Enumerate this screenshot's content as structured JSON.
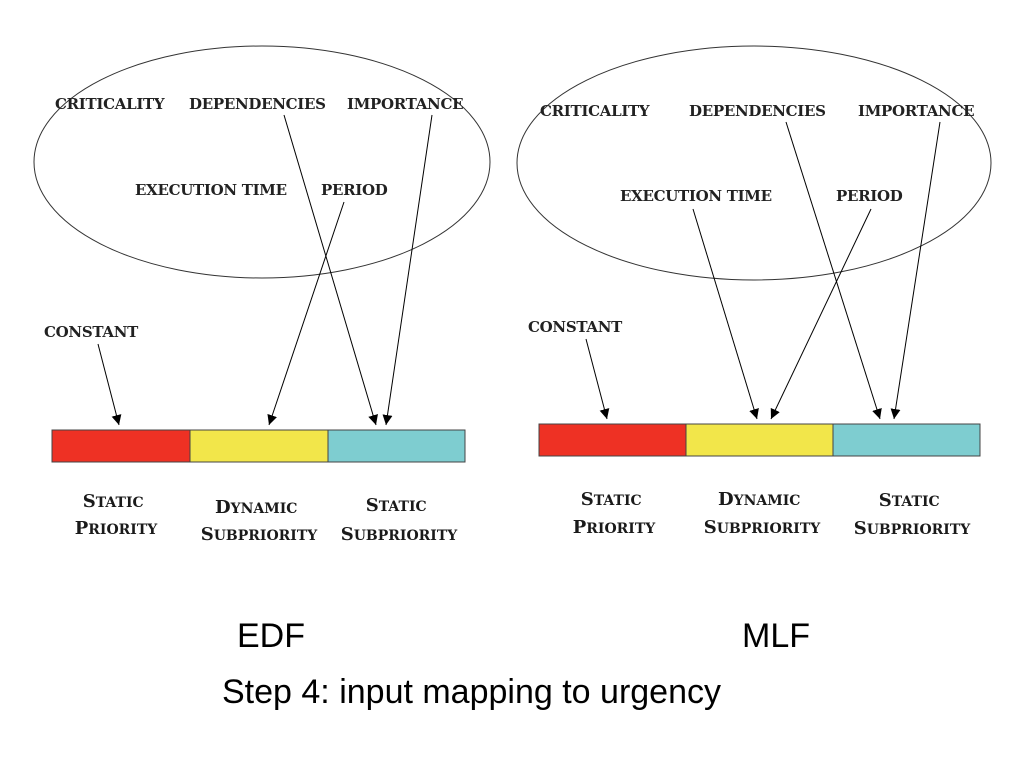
{
  "captions": {
    "left": "EDF",
    "right": "MLF",
    "bottom": "Step 4: input mapping to urgency"
  },
  "colors": {
    "static_priority": "#ee3124",
    "dynamic_subpriority": "#f2e64a",
    "static_subpriority": "#7ecdd0"
  },
  "edf": {
    "attributes": {
      "criticality": "CRITICALITY",
      "dependencies": "DEPENDENCIES",
      "importance": "IMPORTANCE",
      "execution_time": "EXECUTION TIME",
      "period": "PERIOD"
    },
    "constant": "CONSTANT",
    "labels": {
      "static_priority": [
        "Static",
        "Priority"
      ],
      "dynamic_subpriority": [
        "Dynamic",
        "Subpriority"
      ],
      "static_subpriority": [
        "Static",
        "Subpriority"
      ]
    }
  },
  "mlf": {
    "attributes": {
      "criticality": "CRITICALITY",
      "dependencies": "DEPENDENCIES",
      "importance": "IMPORTANCE",
      "execution_time": "EXECUTION TIME",
      "period": "PERIOD"
    },
    "constant": "CONSTANT",
    "labels": {
      "static_priority": [
        "Static",
        "Priority"
      ],
      "dynamic_subpriority": [
        "Dynamic",
        "Subpriority"
      ],
      "static_subpriority": [
        "Static",
        "Subpriority"
      ]
    }
  }
}
